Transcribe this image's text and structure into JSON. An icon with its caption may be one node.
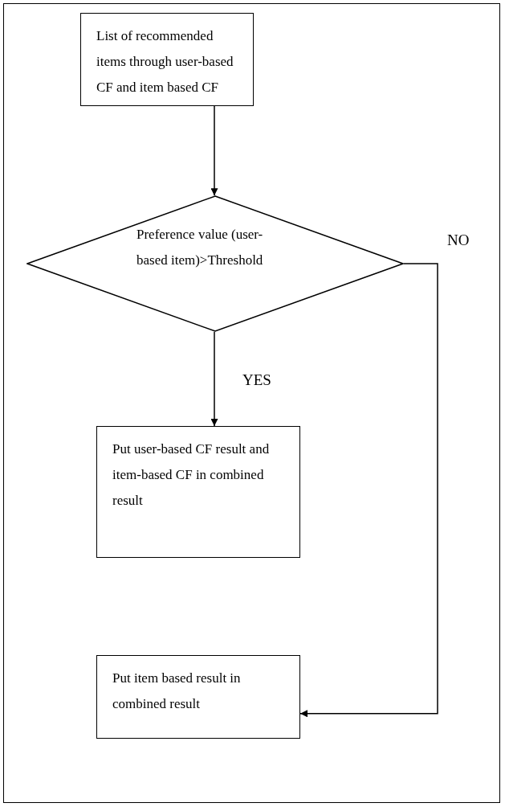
{
  "diagram": {
    "nodes": [
      {
        "text": [
          "List of recommended items through user-based CF and item based CF"
        ]
      },
      {
        "text": [
          "Preference value (user-based item)>Threshold"
        ]
      },
      {
        "text": [
          "Put user-based CF result and item-based CF in combined result"
        ]
      },
      {
        "text": [
          "Put item based result in combined result"
        ]
      }
    ],
    "edges": [
      {
        "from": 0,
        "to": 1,
        "arrow": "to"
      },
      {
        "from": 1,
        "to": 2,
        "arrow": "to",
        "label": "YES"
      },
      {
        "from": 1,
        "to": 3,
        "arrow": "to",
        "label": "NO"
      }
    ]
  }
}
